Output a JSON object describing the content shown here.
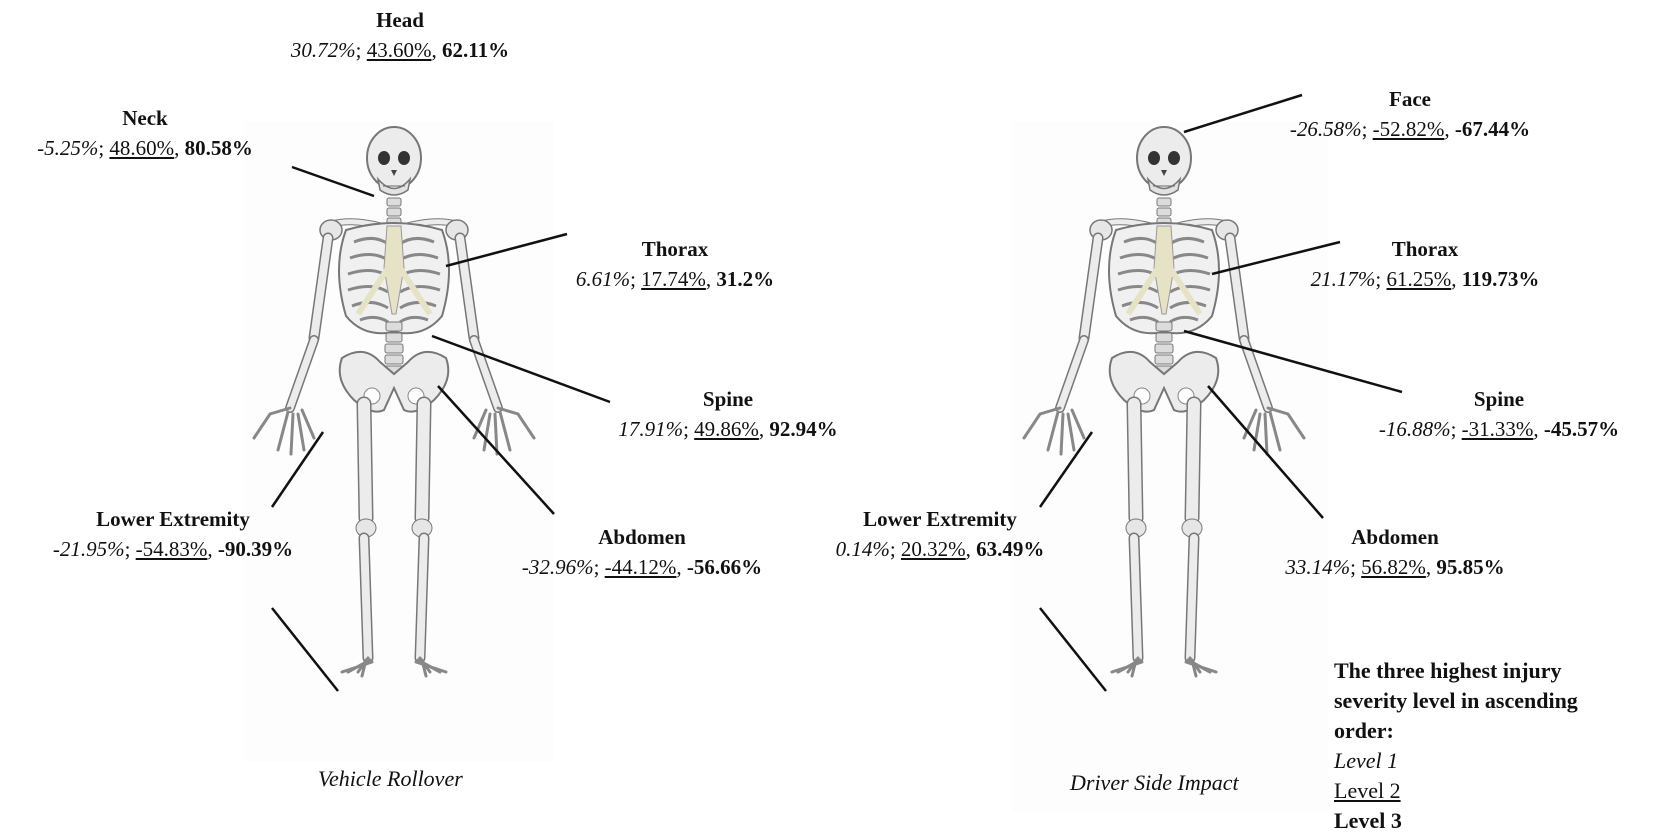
{
  "panels": [
    {
      "caption": "Vehicle Rollover",
      "annotations": {
        "head": {
          "name": "Head",
          "l1": "30.72%",
          "l2": "43.60%",
          "l3": "62.11%"
        },
        "neck": {
          "name": "Neck",
          "l1": "-5.25%",
          "l2": "48.60%",
          "l3": "80.58%"
        },
        "thorax": {
          "name": "Thorax",
          "l1": "6.61%",
          "l2": "17.74%",
          "l3": "31.2%"
        },
        "spine": {
          "name": "Spine",
          "l1": "17.91%",
          "l2": "49.86%",
          "l3": "92.94%"
        },
        "lower": {
          "name": "Lower Extremity",
          "l1": "-21.95%",
          "l2": "-54.83%",
          "l3": "-90.39%"
        },
        "abdomen": {
          "name": "Abdomen",
          "l1": "-32.96%",
          "l2": "-44.12%",
          "l3": "-56.66%"
        }
      }
    },
    {
      "caption": "Driver Side Impact",
      "annotations": {
        "face": {
          "name": "Face",
          "l1": "-26.58%",
          "l2": "-52.82%",
          "l3": "-67.44%"
        },
        "thorax": {
          "name": "Thorax",
          "l1": "21.17%",
          "l2": "61.25%",
          "l3": "119.73%"
        },
        "spine": {
          "name": "Spine",
          "l1": "-16.88%",
          "l2": "-31.33%",
          "l3": "-45.57%"
        },
        "lower": {
          "name": "Lower Extremity",
          "l1": "0.14%",
          "l2": "20.32%",
          "l3": "63.49%"
        },
        "abdomen": {
          "name": "Abdomen",
          "l1": "33.14%",
          "l2": "56.82%",
          "l3": "95.85%"
        }
      }
    }
  ],
  "legend": {
    "title": "The three highest injury severity level in ascending order:",
    "level1": "Level 1",
    "level2": "Level 2",
    "level3": "Level 3"
  },
  "colors": {
    "bone": "#e9e9e9",
    "bone_stroke": "#8a8a8a",
    "cartilage": "#e6e2c6",
    "leader": "#111111"
  }
}
